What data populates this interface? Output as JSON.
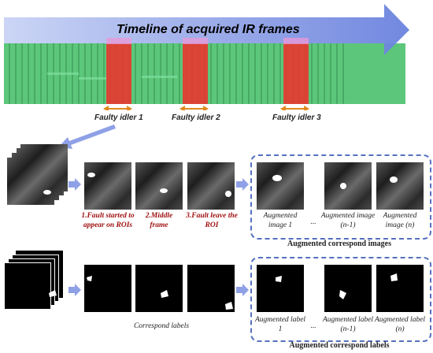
{
  "timeline": {
    "title": "Timeline of acquired IR frames",
    "idlers": [
      "Faulty idler 1",
      "Faulty idler 2",
      "Faulty idler 3"
    ]
  },
  "frames_row": {
    "captions": [
      "1.Fault started to appear on ROIs",
      "2.Middle frame",
      "3.Fault leave the ROI"
    ],
    "augmented_captions": [
      "Augmented image 1",
      "...",
      "Augmented image (n-1)",
      "Augmented image (n)"
    ],
    "section_label": "Augmented correspond images"
  },
  "labels_row": {
    "section_left": "Correspond labels",
    "augmented_captions": [
      "Augmented label 1",
      "...",
      "Augmented label (n-1)",
      "Augmented label (n)"
    ],
    "section_label": "Augmented correspond labels"
  },
  "colors": {
    "frames_green": "#5cc77a",
    "fault_red": "#e53a30",
    "arrow_blue": "#7a8fe0",
    "idler_orange": "#e08a1e",
    "dash_blue": "#5570c0"
  }
}
